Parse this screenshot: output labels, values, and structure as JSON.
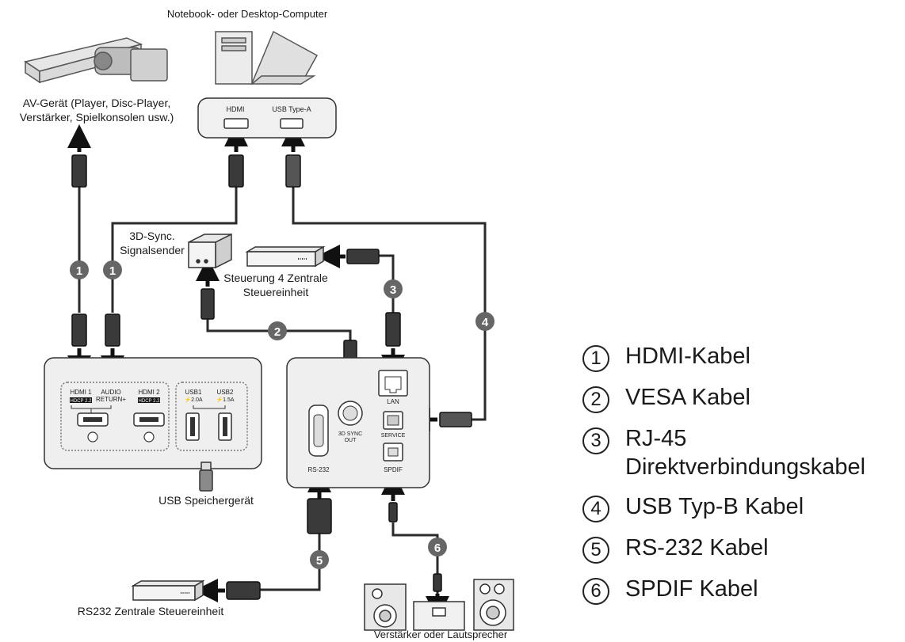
{
  "labels": {
    "computer": "Notebook- oder Desktop-Computer",
    "av_device_line1": "AV-Gerät (Player, Disc-Player,",
    "av_device_line2": "Verstärker, Spielkonsolen usw.)",
    "sync_line1": "3D-Sync.",
    "sync_line2": "Signalsender",
    "control4_line1": "Steuerung 4 Zentrale",
    "control4_line2": "Steuereinheit",
    "usb_storage": "USB Speichergerät",
    "rs232_unit": "RS232 Zentrale Steuereinheit",
    "amplifier": "Verstärker oder Lautsprecher"
  },
  "ports": {
    "hdmi": "HDMI",
    "usb_type_a": "USB Type-A",
    "hdmi1": "HDMI 1",
    "audio_return_1": "AUDIO",
    "audio_return_2": "RETURN+",
    "hdmi2": "HDMI 2",
    "hdcp": "HDCP 2.2",
    "usb1": "USB1",
    "usb1_power": "⚡2.0A",
    "usb2": "USB2",
    "usb2_power": "⚡1.5A",
    "lan": "LAN",
    "service": "SERVICE",
    "sync_out_1": "3D SYNC",
    "sync_out_2": "OUT",
    "rs232": "RS-232",
    "spdif": "SPDIF"
  },
  "badges": [
    "1",
    "1",
    "2",
    "3",
    "4",
    "5",
    "6"
  ],
  "legend": [
    {
      "num": "1",
      "text": "HDMI-Kabel"
    },
    {
      "num": "2",
      "text": "VESA Kabel"
    },
    {
      "num": "3",
      "text": "RJ-45 Direktverbindungskabel"
    },
    {
      "num": "4",
      "text": "USB Typ-B Kabel"
    },
    {
      "num": "5",
      "text": "RS-232 Kabel"
    },
    {
      "num": "6",
      "text": "SPDIF Kabel"
    }
  ]
}
